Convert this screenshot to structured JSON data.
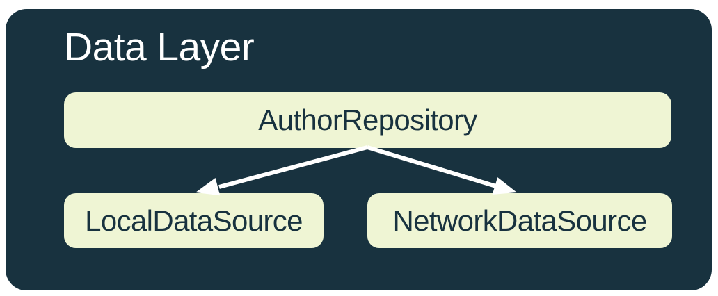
{
  "diagram": {
    "title": "Data Layer",
    "nodes": [
      {
        "id": "repository",
        "label": "AuthorRepository"
      },
      {
        "id": "local",
        "label": "LocalDataSource"
      },
      {
        "id": "network",
        "label": "NetworkDataSource"
      }
    ],
    "edges": [
      {
        "from": "repository",
        "to": "local",
        "style": "filled-triangle-arrowhead"
      },
      {
        "from": "repository",
        "to": "network",
        "style": "filled-triangle-arrowhead"
      }
    ],
    "colors": {
      "panel": "#18323F",
      "node_fill": "#EFF5D4",
      "node_text": "#18323F",
      "title": "#FFFFFF",
      "arrow": "#FFFFFF",
      "page_bg": "#FFFFFF"
    }
  }
}
